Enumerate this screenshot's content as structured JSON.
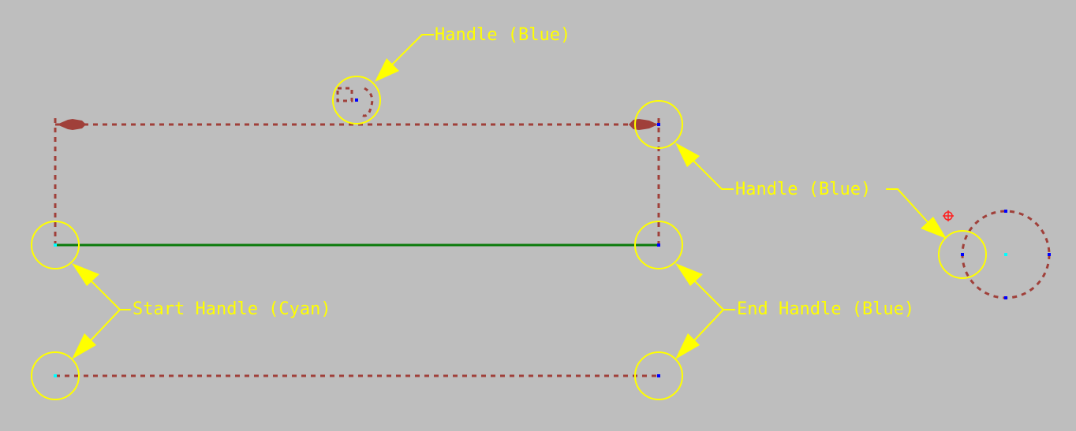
{
  "colors": {
    "background": "#bebebe",
    "annotation": "#ffff00",
    "dashed_curve": "#a0403a",
    "solid_line": "#0a7a0a",
    "start_handle": "#00ffff",
    "handle": "#0000ff",
    "cursor": "#ff2020"
  },
  "labels": {
    "handle_top": "Handle (Blue)",
    "handle_right": "Handle (Blue)",
    "start_handle": "Start Handle (Cyan)",
    "end_handle": "End Handle (Blue)"
  },
  "icons": {
    "cursor": "crosshair-circle-icon"
  }
}
